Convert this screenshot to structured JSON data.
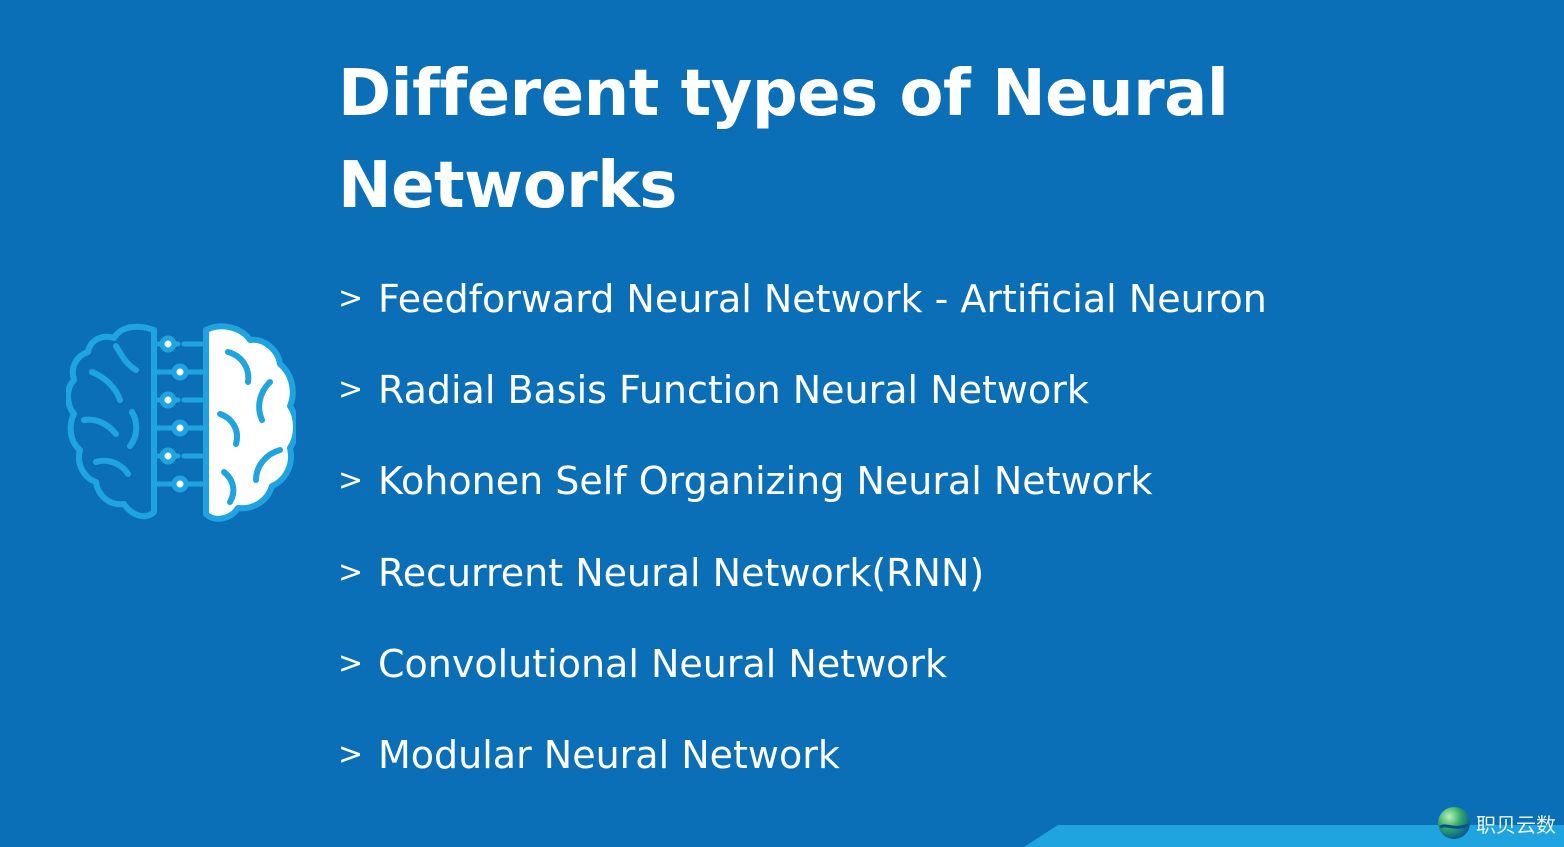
{
  "title": "Different types of Neural Networks",
  "list": {
    "bullet": ">",
    "items": [
      "Feedforward Neural Network - Artificial Neuron",
      "Radial Basis Function Neural Network",
      "Kohonen Self Organizing Neural Network",
      "Recurrent Neural Network(RNN)",
      "Convolutional Neural Network",
      "Modular Neural Network"
    ]
  },
  "watermark": {
    "text": "职贝云数"
  },
  "colors": {
    "background": "#0b6fb8",
    "accent": "#1fa4e0",
    "text": "#ffffff"
  },
  "icons": {
    "main": "brain-circuit-icon",
    "bullet": "chevron-right-icon",
    "watermark": "globe-logo-icon"
  }
}
